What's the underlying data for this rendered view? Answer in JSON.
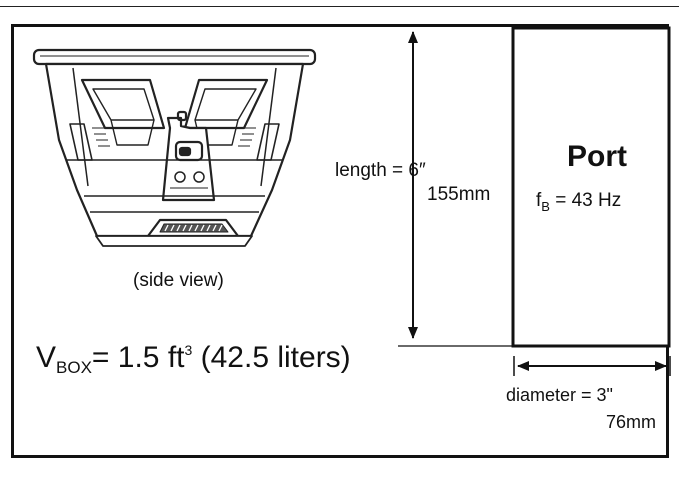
{
  "labels": {
    "side_view": "(side view)",
    "length": "length = 6″",
    "length_mm": "155mm",
    "port": "Port",
    "fb_prefix": "f",
    "fb_sub": "B",
    "fb_value": " = 43 Hz",
    "vbox_prefix": "V",
    "vbox_sub": "BOX",
    "vbox_value": "= 1.5 ft",
    "vbox_exp": "3",
    "vbox_liters": " (42.5 liters)",
    "diameter": "diameter = 3\"",
    "diameter_mm": "76mm"
  },
  "icons": {
    "subwoofer": "subwoofer-side-view-icon"
  }
}
